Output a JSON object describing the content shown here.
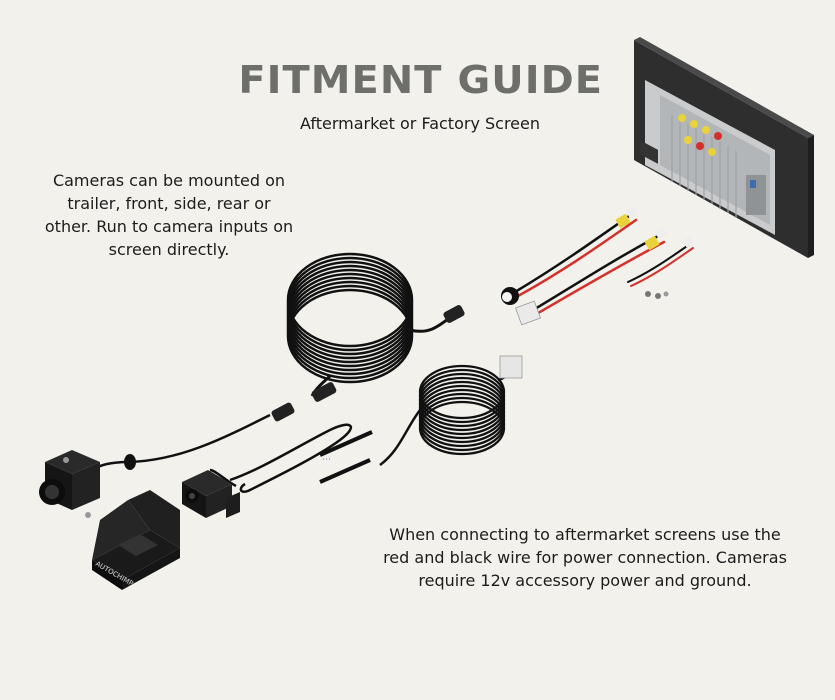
{
  "header": {
    "title": "FITMENT GUIDE",
    "subtitle": "Aftermarket or Factory Screen"
  },
  "notes": {
    "cameras": "Cameras can be mounted on trailer, front, side, rear or other. Run to camera inputs on screen directly.",
    "power": "When connecting to aftermarket screens use the red and black wire for power connection. Cameras require 12v accessory power and ground."
  },
  "illustration": {
    "bracket_brand": "AUTOCHIMP"
  },
  "colors": {
    "background": "#f3f1ec",
    "title": "#6e6e6a",
    "cable": "#111111",
    "wire_red": "#d4312c",
    "rca_yellow": "#e9d23a",
    "screen_frame": "#3a3a3a"
  }
}
